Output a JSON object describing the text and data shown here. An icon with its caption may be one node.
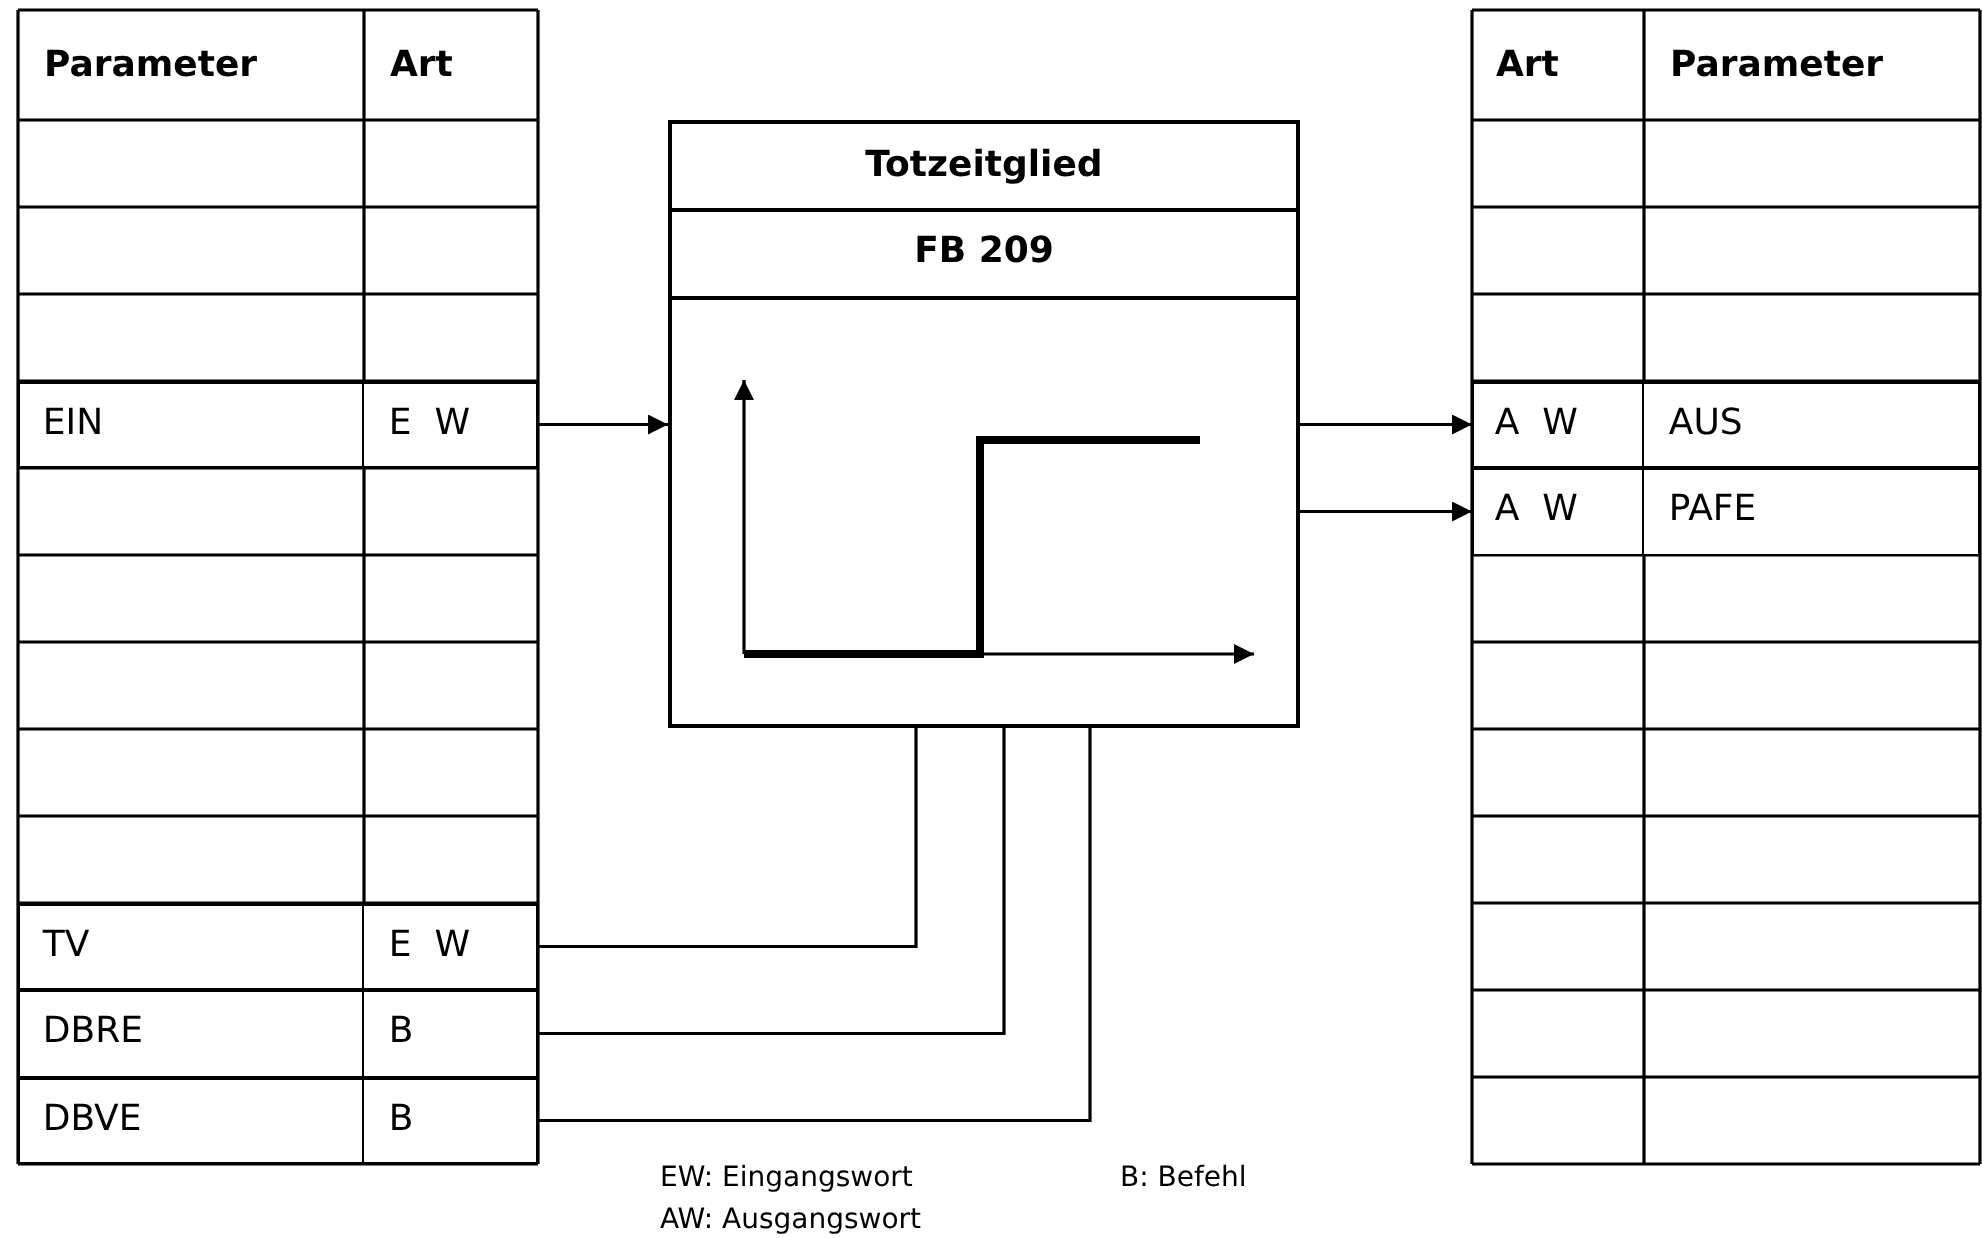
{
  "diagram": {
    "nodes": [
      {
        "text": [
          "EIN",
          "E W"
        ]
      },
      {
        "text": [
          "TV",
          "E W"
        ]
      },
      {
        "text": [
          "DBRE",
          "B"
        ]
      },
      {
        "text": [
          "DBVE",
          "B"
        ]
      },
      {
        "text": [
          "Totzeitglied",
          "FB 209"
        ]
      },
      {
        "text": [
          "A W",
          "AUS"
        ]
      },
      {
        "text": [
          "A W",
          "PAFE"
        ]
      }
    ],
    "edges": [
      {
        "from": 0,
        "to": 4,
        "arrow": "to"
      },
      {
        "from": 1,
        "to": 4,
        "arrow": "none"
      },
      {
        "from": 2,
        "to": 4,
        "arrow": "none"
      },
      {
        "from": 3,
        "to": 4,
        "arrow": "none"
      },
      {
        "from": 4,
        "to": 5,
        "arrow": "to"
      },
      {
        "from": 4,
        "to": 6,
        "arrow": "to"
      }
    ],
    "labels": [
      "Parameter",
      "Art",
      "Art",
      "Parameter",
      "EW: Eingangswort",
      "B: Befehl",
      "AW: Ausgangswort"
    ]
  }
}
